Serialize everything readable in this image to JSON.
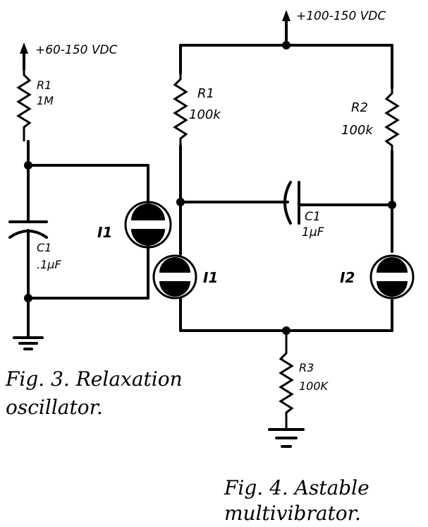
{
  "fig3": {
    "supply": "+60-150 VDC",
    "r1_ref": "R1",
    "r1_val": "1M",
    "c1_ref": "C1",
    "c1_val": ".1μF",
    "lamp_ref": "I1",
    "caption_line1": "Fig. 3. Relaxation",
    "caption_line2": "oscillator."
  },
  "fig4": {
    "supply": "+100-150 VDC",
    "r1_ref": "R1",
    "r1_val": "100k",
    "r2_ref": "R2",
    "r2_val": "100k",
    "c1_ref": "C1",
    "c1_val": "1μF",
    "i1_ref": "I1",
    "i2_ref": "I2",
    "r3_ref": "R3",
    "r3_val": "100K",
    "caption_line1": "Fig. 4. Astable",
    "caption_line2": "multivibrator."
  }
}
